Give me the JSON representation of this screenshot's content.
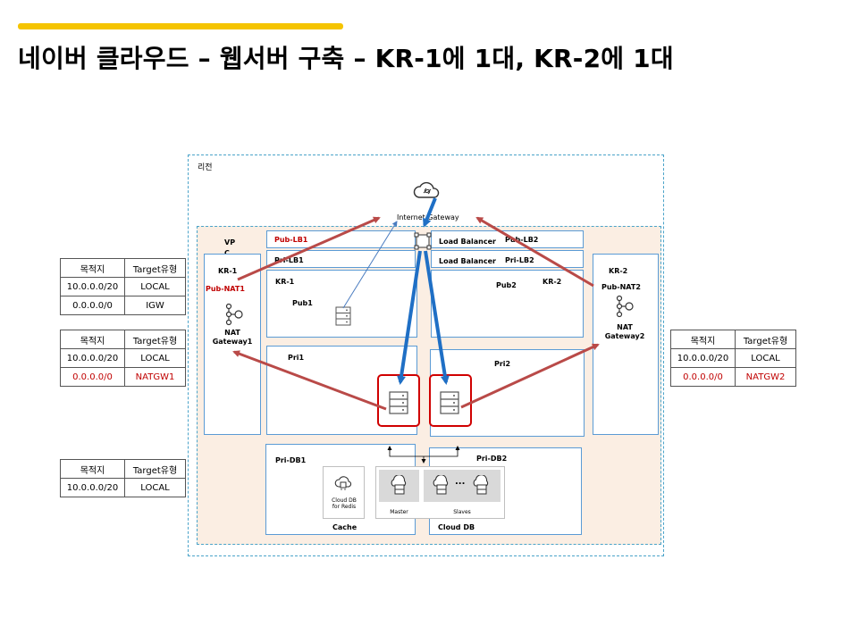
{
  "slide": {
    "title": "네이버 클라우드 – 웹서버 구축 – KR-1에 1대, KR-2에 1대",
    "accent_color": "#f5c400"
  },
  "diagram": {
    "region_label": "리전",
    "vpc_label": "VP\nC",
    "internet_gateway_label": "Internet Gateway",
    "load_balancer_labels": [
      "Load Balancer",
      "Load Balancer"
    ],
    "subnets": {
      "pub_lb1": "Pub-LB1",
      "pri_lb1": "Pri-LB1",
      "pub_lb2": "Pub-LB2",
      "pri_lb2": "Pri-LB2",
      "pub1": "Pub1",
      "pub2": "Pub2",
      "pri1": "Pri1",
      "pri2": "Pri2",
      "pri_db1": "Pri-DB1",
      "pri_db2": "Pri-DB2",
      "pub_nat1": "Pub-NAT1",
      "pub_nat2": "Pub-NAT2"
    },
    "zones": {
      "kr1": "KR-1",
      "kr2": "KR-2"
    },
    "nat_gateway1": "NAT\nGateway1",
    "nat_gateway2": "NAT\nGateway2",
    "cache_label": "Cache",
    "cloud_db_label": "Cloud DB",
    "redis_label": "Cloud DB\nfor Redis",
    "master_label": "Master",
    "slaves_label": "Slaves",
    "ellipsis": "...",
    "colors": {
      "arrow_red": "#b94a48",
      "arrow_blue": "#1f6fc5",
      "highlight": "#d00000",
      "subnet_border": "#5b9bd5"
    }
  },
  "route_tables": {
    "header": [
      "목적지",
      "Target유형"
    ],
    "public": [
      [
        "10.0.0.0/20",
        "LOCAL"
      ],
      [
        "0.0.0.0/0",
        "IGW"
      ]
    ],
    "private_kr1": [
      [
        "10.0.0.0/20",
        "LOCAL"
      ],
      [
        "0.0.0.0/0",
        "NATGW1"
      ]
    ],
    "private_kr2": [
      [
        "10.0.0.0/20",
        "LOCAL"
      ],
      [
        "0.0.0.0/0",
        "NATGW2"
      ]
    ],
    "db": [
      [
        "10.0.0.0/20",
        "LOCAL"
      ]
    ]
  },
  "icons": [
    "cloud-icon",
    "load-balancer-icon",
    "server-icon",
    "nat-gateway-icon",
    "redis-icon",
    "database-icon"
  ]
}
